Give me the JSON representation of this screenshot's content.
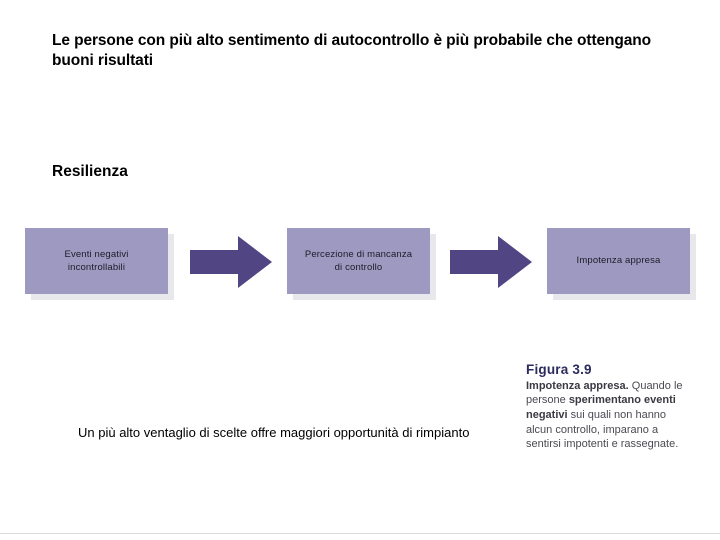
{
  "slide": {
    "title": "Le persone con più alto sentimento di autocontrollo è più probabile che ottengano buoni risultati",
    "section_heading": "Resilienza",
    "bottom_note": "Un più alto ventaglio di scelte offre maggiori opportunità di rimpianto"
  },
  "diagram": {
    "type": "flowchart",
    "orientation": "left-to-right",
    "node_fill_color": "#9e99c0",
    "node_shadow_color": "#e8e8ec",
    "arrow_color": "#514584",
    "nodes": [
      {
        "id": "node-1",
        "line1": "Eventi negativi",
        "line2": "incontrollabili"
      },
      {
        "id": "node-2",
        "line1": "Percezione di mancanza",
        "line2": "di controllo"
      },
      {
        "id": "node-3",
        "line1": "Impotenza appresa",
        "line2": ""
      }
    ],
    "arrows": [
      {
        "id": "arrow-1",
        "icon": "right-arrow-icon",
        "from": "node-1",
        "to": "node-2"
      },
      {
        "id": "arrow-2",
        "icon": "right-arrow-icon",
        "from": "node-2",
        "to": "node-3"
      }
    ]
  },
  "figure_caption": {
    "number": "Figura 3.9",
    "lead": "Impotenza appresa.",
    "body_part_1": "Quando le persone ",
    "body_emphasis": "sperimentano eventi negativi",
    "body_part_2": " sui quali non hanno alcun controllo, imparano a sentirsi impotenti e rassegnate."
  }
}
